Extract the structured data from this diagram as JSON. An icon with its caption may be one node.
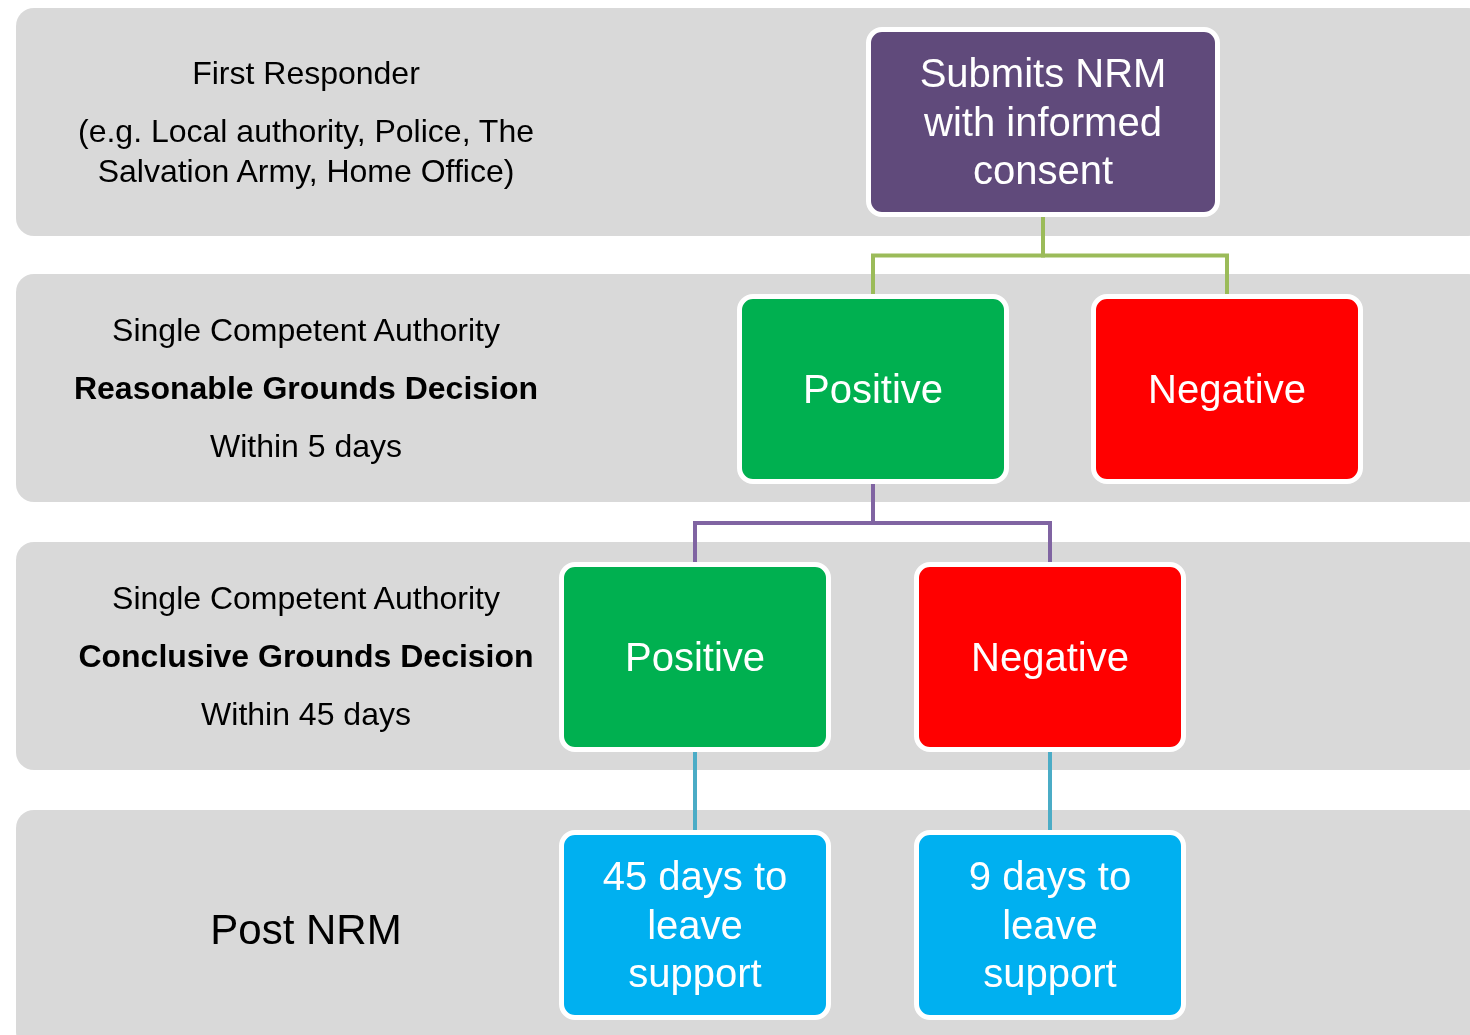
{
  "diagram": {
    "nodes": [
      {
        "text": [
          "First Responder",
          "(e.g. Local authority, Police, The Salvation Army, Home Office)"
        ]
      },
      {
        "text": [
          "Submits NRM with informed consent"
        ],
        "in": 0
      },
      {
        "text": [
          "Single Competent Authority",
          "Reasonable Grounds Decision",
          "Within 5 days"
        ]
      },
      {
        "text": [
          "Positive"
        ],
        "in": 2
      },
      {
        "text": [
          "Negative"
        ],
        "in": 2
      },
      {
        "text": [
          "Single Competent Authority",
          "Conclusive Grounds Decision",
          "Within 45 days"
        ]
      },
      {
        "text": [
          "Positive"
        ],
        "in": 5
      },
      {
        "text": [
          "Negative"
        ],
        "in": 5
      },
      {
        "text": [
          "Post NRM"
        ]
      },
      {
        "text": [
          "45 days to leave support"
        ],
        "in": 8
      },
      {
        "text": [
          "9 days to leave support"
        ],
        "in": 8
      }
    ],
    "edges": [
      {
        "from": 1,
        "to": 3,
        "arrow": "none",
        "color": "#9bbb59"
      },
      {
        "from": 1,
        "to": 4,
        "arrow": "none",
        "color": "#9bbb59"
      },
      {
        "from": 3,
        "to": 6,
        "arrow": "none",
        "color": "#8064a2"
      },
      {
        "from": 3,
        "to": 7,
        "arrow": "none",
        "color": "#8064a2"
      },
      {
        "from": 6,
        "to": 9,
        "arrow": "none",
        "color": "#4bacc6"
      },
      {
        "from": 7,
        "to": 10,
        "arrow": "none",
        "color": "#4bacc6"
      }
    ]
  }
}
